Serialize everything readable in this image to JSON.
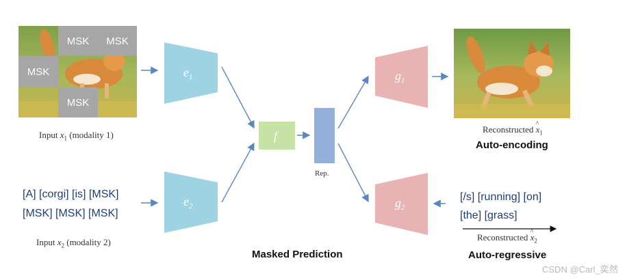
{
  "input1": {
    "masks": [
      "MSK",
      "MSK",
      "MSK",
      "MSK"
    ],
    "caption_prefix": "Input ",
    "caption_var": "x",
    "caption_sub": "1",
    "caption_suffix": " (modality 1)"
  },
  "input2": {
    "line1": "[A] [corgi] [is] [MSK]",
    "line2": "[MSK] [MSK] [MSK]",
    "caption_prefix": "Input ",
    "caption_var": "x",
    "caption_sub": "2",
    "caption_suffix": " (modality 2)"
  },
  "blocks": {
    "e1": "e",
    "e1_sub": "1",
    "e2": "e",
    "e2_sub": "2",
    "f": "f",
    "g1": "g",
    "g1_sub": "1",
    "g2": "g",
    "g2_sub": "2",
    "rep": "Rep."
  },
  "output1": {
    "caption_prefix": "Reconstructed ",
    "caption_var": "x",
    "caption_sub": "1",
    "title": "Auto-encoding"
  },
  "output2": {
    "line1": "[/s] [running] [on]",
    "line2": "[the] [grass]",
    "caption_prefix": "Reconstructed ",
    "caption_var": "x",
    "caption_sub": "2",
    "title": "Auto-regressive"
  },
  "center_title": "Masked Prediction",
  "watermark": "CSDN @Carl_奕然",
  "colors": {
    "encoder": "#9dd3e3",
    "fusion": "#c6e2a5",
    "rep": "#94afd9",
    "decoder": "#eab3b3",
    "arrow": "#5b86c0",
    "mask": "#a6a6a6",
    "token_text": "#1f3d7a"
  }
}
